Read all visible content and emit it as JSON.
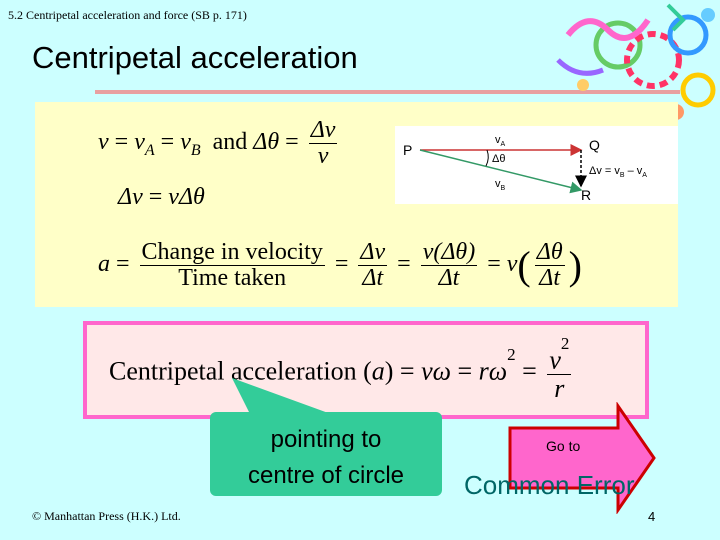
{
  "header": {
    "section_ref": "5.2 Centripetal acceleration and force (SB p. 171)"
  },
  "slide": {
    "title": "Centripetal acceleration"
  },
  "equations": {
    "line1": {
      "v": "v",
      "eq": "=",
      "vA": "v",
      "A": "A",
      "eq2": "=",
      "vB": "v",
      "B": "B",
      "and": "and",
      "dtheta": "Δθ",
      "eq3": "=",
      "num": "Δv",
      "den": "v"
    },
    "line2": {
      "lhs": "Δv",
      "eq": "=",
      "rhs": "vΔθ"
    },
    "line3": {
      "a": "a",
      "eq1": "=",
      "f1_num": "Change in velocity",
      "f1_den": "Time taken",
      "eq2": "=",
      "f2_num": "Δv",
      "f2_den": "Δt",
      "eq3": "=",
      "f3_num": "v(Δθ)",
      "f3_den": "Δt",
      "eq4": "=",
      "v": "v",
      "f4_num": "Δθ",
      "f4_den": "Δt"
    }
  },
  "vector_diagram": {
    "P": "P",
    "Q": "Q",
    "R": "R",
    "vA": "v",
    "A": "A",
    "vB": "v",
    "B": "B",
    "dtheta": "Δθ",
    "dv_label": "Δv = v",
    "dv_B": "B",
    "dv_minus": " – v",
    "dv_A": "A"
  },
  "centripetal": {
    "label": "Centripetal acceleration (",
    "a": "a",
    "close": ") = ",
    "vw": "vω",
    "eq": " = ",
    "r": "r",
    "w": "ω",
    "exp": "2",
    "eq2": " = ",
    "num": "v",
    "num_exp": "2",
    "den": "r"
  },
  "callout": {
    "line1": "pointing to",
    "line2": "centre of circle"
  },
  "navigation": {
    "goto_label": "Go to",
    "target": "Common Error"
  },
  "footer": {
    "publisher": "© Manhattan Press (H.K.) Ltd.",
    "page": "4"
  },
  "colors": {
    "background": "#ccffff",
    "equation_panel": "#ffffc8",
    "callout": "#33cc99",
    "arrow_fill": "#ff66cc",
    "arrow_border": "#cc0000",
    "box_border": "#ff66cc",
    "common_error": "#006666"
  }
}
